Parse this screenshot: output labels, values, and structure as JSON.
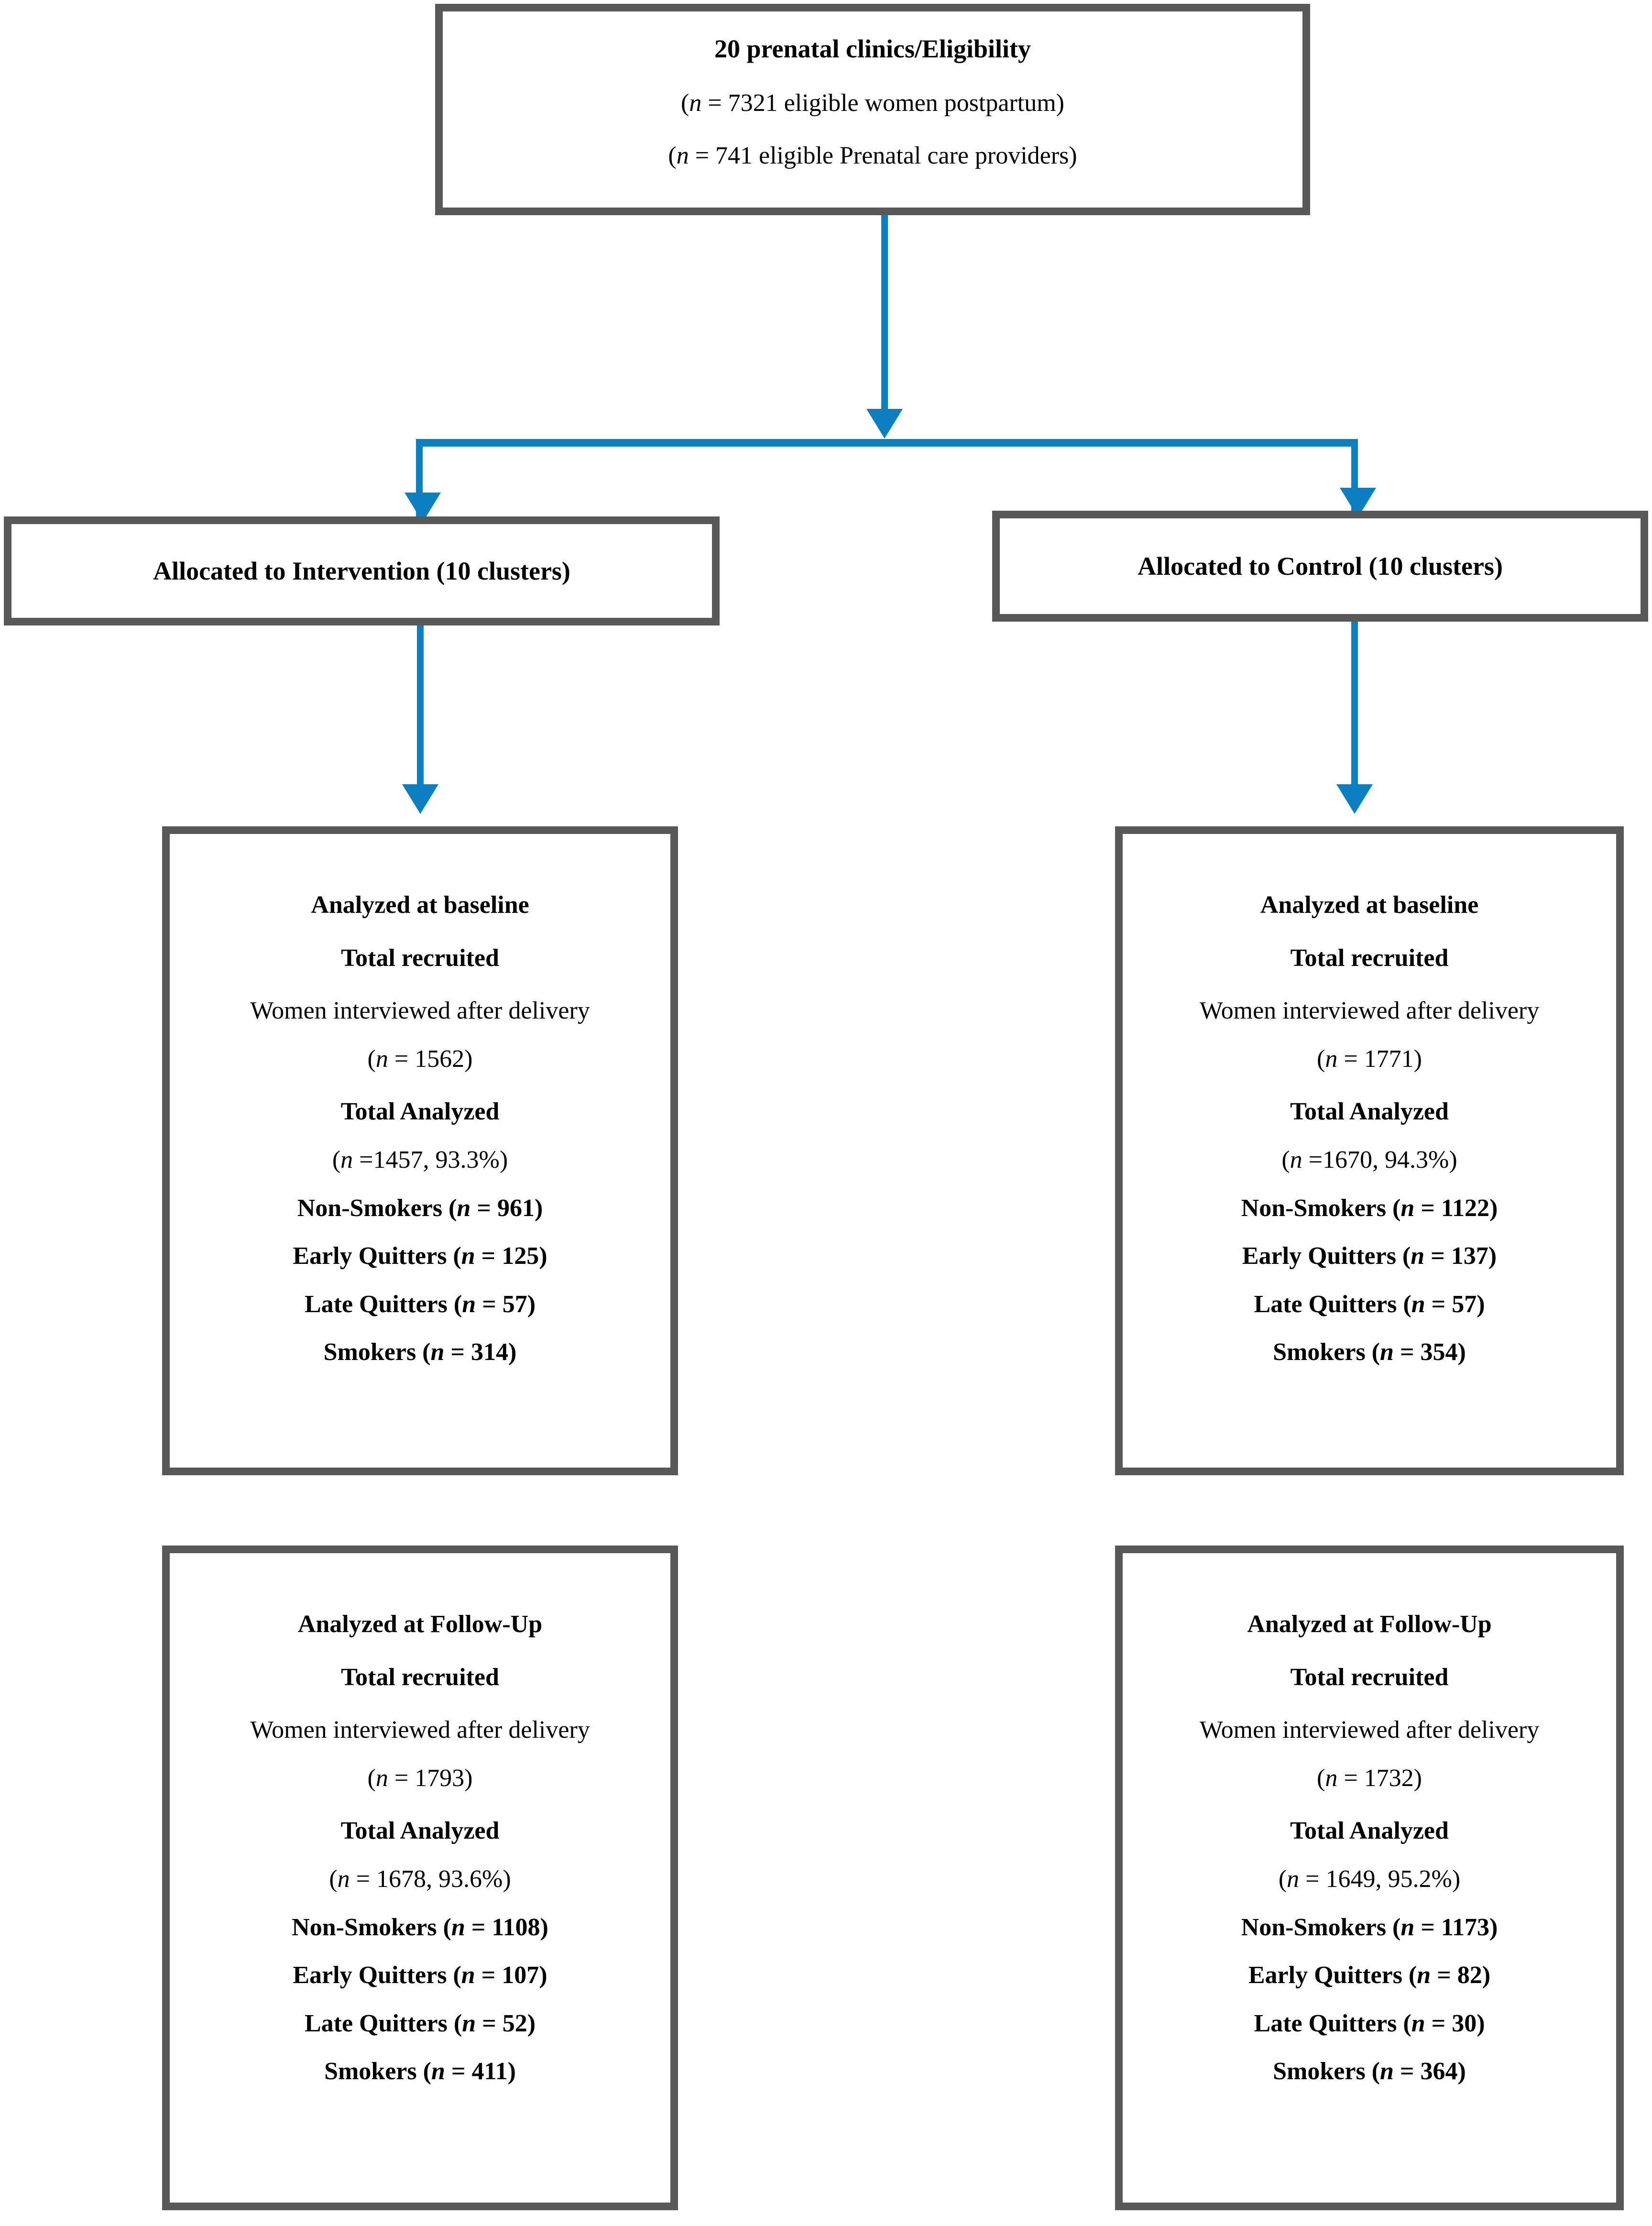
{
  "diagram": {
    "title": "CONSORT flow diagram of prenatal smoking cessation cluster randomized trial",
    "accent_color": "#0B7FC0",
    "box_border_color": "#585858",
    "background_color": "#FFFFFF"
  },
  "top_box": {
    "heading": "20 prenatal clinics/Eligibility",
    "line_women": "(n = 7321 eligible women postpartum)",
    "line_providers": "(n = 741 eligible Prenatal care providers)"
  },
  "allocation": {
    "intervention": "Allocated to Intervention (10 clusters)",
    "control": "Allocated to Control (10 clusters)"
  },
  "baseline": {
    "intervention": {
      "heading": "Analyzed at baseline",
      "total_recruited_label": "Total recruited",
      "recruited_desc": "Women interviewed after delivery",
      "recruited_n": "(n = 1562)",
      "total_analyzed_label": "Total Analyzed",
      "analyzed_n": "(n =1457, 93.3%)",
      "non_smokers": "Non-Smokers (n = 961)",
      "early_quitters": "Early Quitters (n = 125)",
      "late_quitters": "Late Quitters (n = 57)",
      "smokers": "Smokers (n = 314)"
    },
    "control": {
      "heading": "Analyzed at baseline",
      "total_recruited_label": "Total recruited",
      "recruited_desc": "Women interviewed after delivery",
      "recruited_n": "(n = 1771)",
      "total_analyzed_label": "Total Analyzed",
      "analyzed_n": "(n =1670, 94.3%)",
      "non_smokers": "Non-Smokers (n = 1122)",
      "early_quitters": "Early Quitters (n = 137)",
      "late_quitters": "Late Quitters (n = 57)",
      "smokers": "Smokers (n = 354)"
    }
  },
  "followup": {
    "intervention": {
      "heading": "Analyzed at Follow-Up",
      "total_recruited_label": "Total recruited",
      "recruited_desc": "Women interviewed after delivery",
      "recruited_n": "(n = 1793)",
      "total_analyzed_label": "Total Analyzed",
      "analyzed_n": "(n = 1678, 93.6%)",
      "non_smokers": "Non-Smokers (n = 1108)",
      "early_quitters": "Early Quitters (n = 107)",
      "late_quitters": "Late Quitters (n = 52)",
      "smokers": "Smokers (n = 411)"
    },
    "control": {
      "heading": "Analyzed at Follow-Up",
      "total_recruited_label": "Total recruited",
      "recruited_desc": "Women interviewed after delivery",
      "recruited_n": "(n = 1732)",
      "total_analyzed_label": "Total Analyzed",
      "analyzed_n": "(n = 1649, 95.2%)",
      "non_smokers": "Non-Smokers (n = 1173)",
      "early_quitters": "Early Quitters (n = 82)",
      "late_quitters": "Late Quitters (n = 30)",
      "smokers": "Smokers (n = 364)"
    }
  },
  "chart_data": {
    "type": "flowchart",
    "nodes": [
      {
        "id": "eligibility",
        "label": "20 prenatal clinics/Eligibility",
        "eligible_women_postpartum": 7321,
        "eligible_prenatal_care_providers": 741
      },
      {
        "id": "alloc-intervention",
        "label": "Allocated to Intervention (10 clusters)",
        "clusters": 10
      },
      {
        "id": "alloc-control",
        "label": "Allocated to Control (10 clusters)",
        "clusters": 10
      },
      {
        "id": "baseline-intervention",
        "label": "Analyzed at baseline",
        "recruited": 1562,
        "analyzed": 1457,
        "analyzed_pct": 93.3,
        "non_smokers": 961,
        "early_quitters": 125,
        "late_quitters": 57,
        "smokers": 314
      },
      {
        "id": "baseline-control",
        "label": "Analyzed at baseline",
        "recruited": 1771,
        "analyzed": 1670,
        "analyzed_pct": 94.3,
        "non_smokers": 1122,
        "early_quitters": 137,
        "late_quitters": 57,
        "smokers": 354
      },
      {
        "id": "followup-intervention",
        "label": "Analyzed at Follow-Up",
        "recruited": 1793,
        "analyzed": 1678,
        "analyzed_pct": 93.6,
        "non_smokers": 1108,
        "early_quitters": 107,
        "late_quitters": 52,
        "smokers": 411
      },
      {
        "id": "followup-control",
        "label": "Analyzed at Follow-Up",
        "recruited": 1732,
        "analyzed": 1649,
        "analyzed_pct": 95.2,
        "non_smokers": 1173,
        "early_quitters": 82,
        "late_quitters": 30,
        "smokers": 364
      }
    ],
    "edges": [
      {
        "from": "eligibility",
        "to": "alloc-intervention"
      },
      {
        "from": "eligibility",
        "to": "alloc-control"
      },
      {
        "from": "alloc-intervention",
        "to": "baseline-intervention"
      },
      {
        "from": "alloc-control",
        "to": "baseline-control"
      }
    ]
  }
}
